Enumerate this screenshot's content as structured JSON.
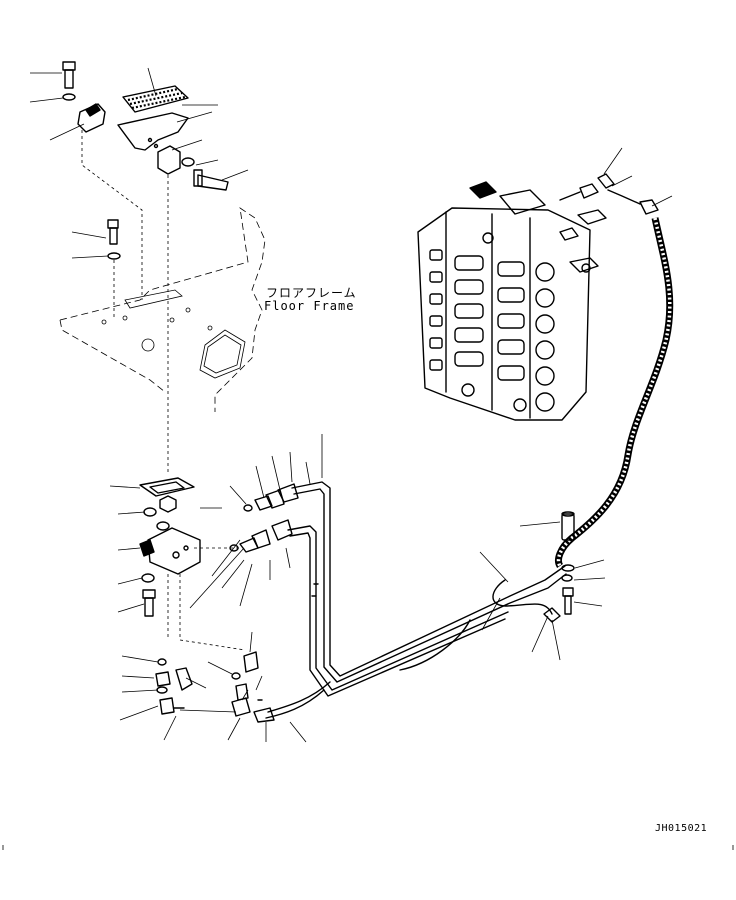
{
  "labels": {
    "floor_frame_jp": "フロアフレーム",
    "floor_frame_en": "Floor Frame",
    "drawing_code": "JH015021"
  },
  "colors": {
    "ink": "#000000",
    "paper": "#ffffff"
  }
}
